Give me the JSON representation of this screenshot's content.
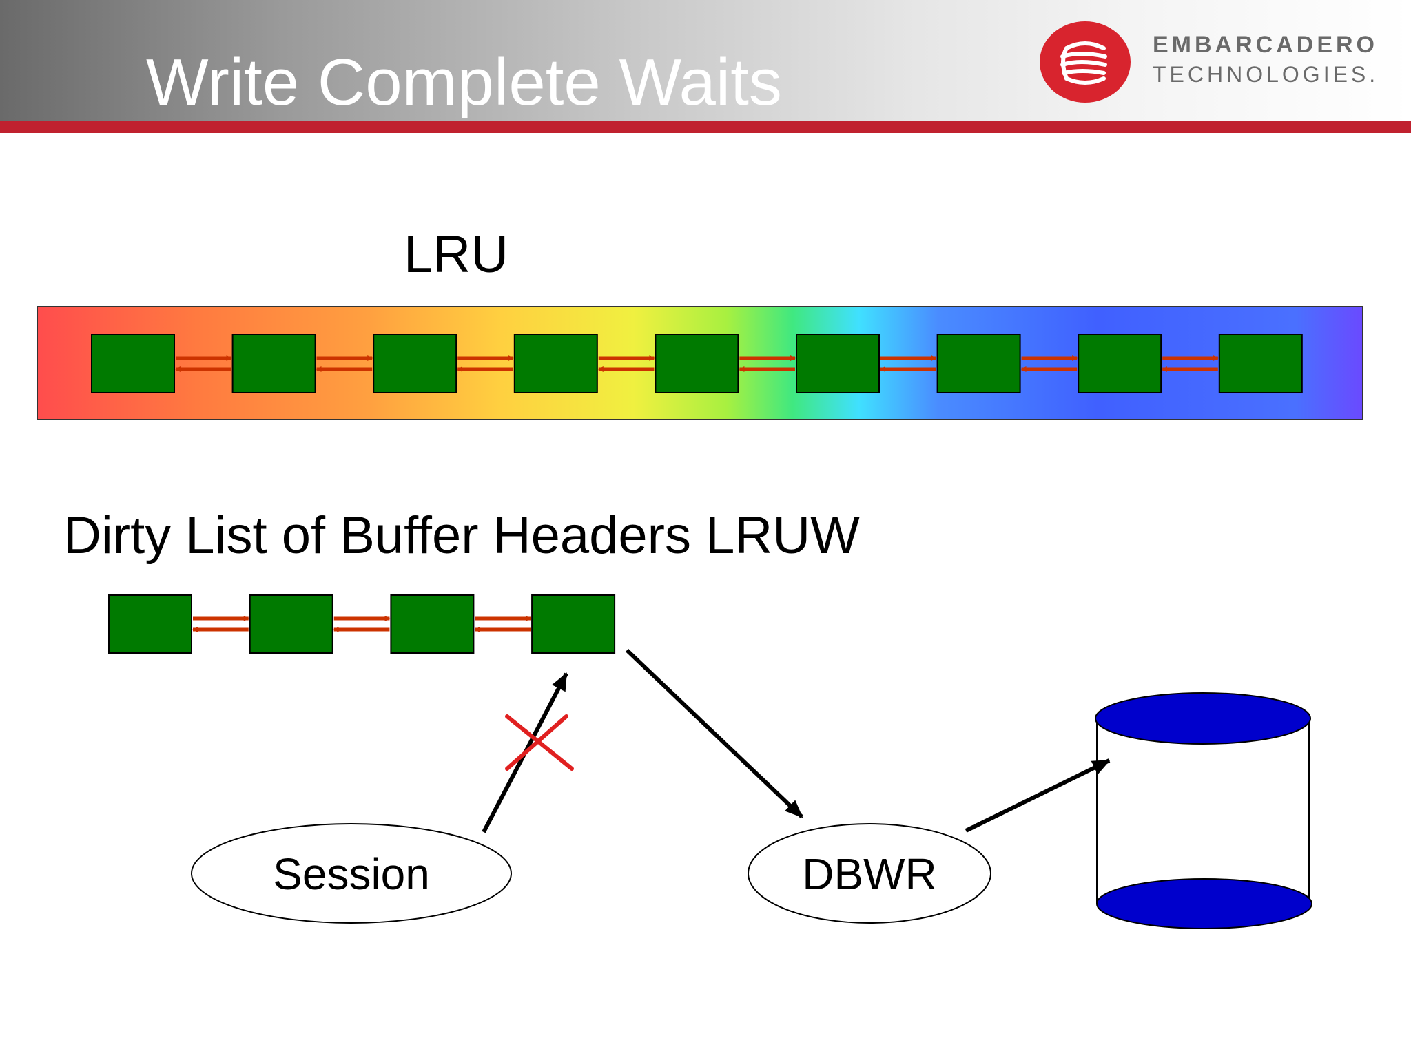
{
  "slide": {
    "title": "Write Complete Waits",
    "logo_line1": "EMBARCADERO",
    "logo_line2": "TECHNOLOGIES."
  },
  "lru": {
    "label": "LRU",
    "buffer_count": 9
  },
  "dirty_list": {
    "label": "Dirty List of Buffer Headers LRUW",
    "buffer_count": 4
  },
  "nodes": {
    "session": "Session",
    "dbwr": "DBWR"
  },
  "colors": {
    "buffer_fill": "#007a00",
    "link_arrow": "#cc3300",
    "blocked_mark": "#e02020",
    "disk": "#0000cc",
    "brand_red": "#c0212f"
  },
  "icons": {
    "logo": "embarcadero-logo-icon",
    "disk": "database-cylinder-icon",
    "blocked": "x-mark-icon"
  }
}
